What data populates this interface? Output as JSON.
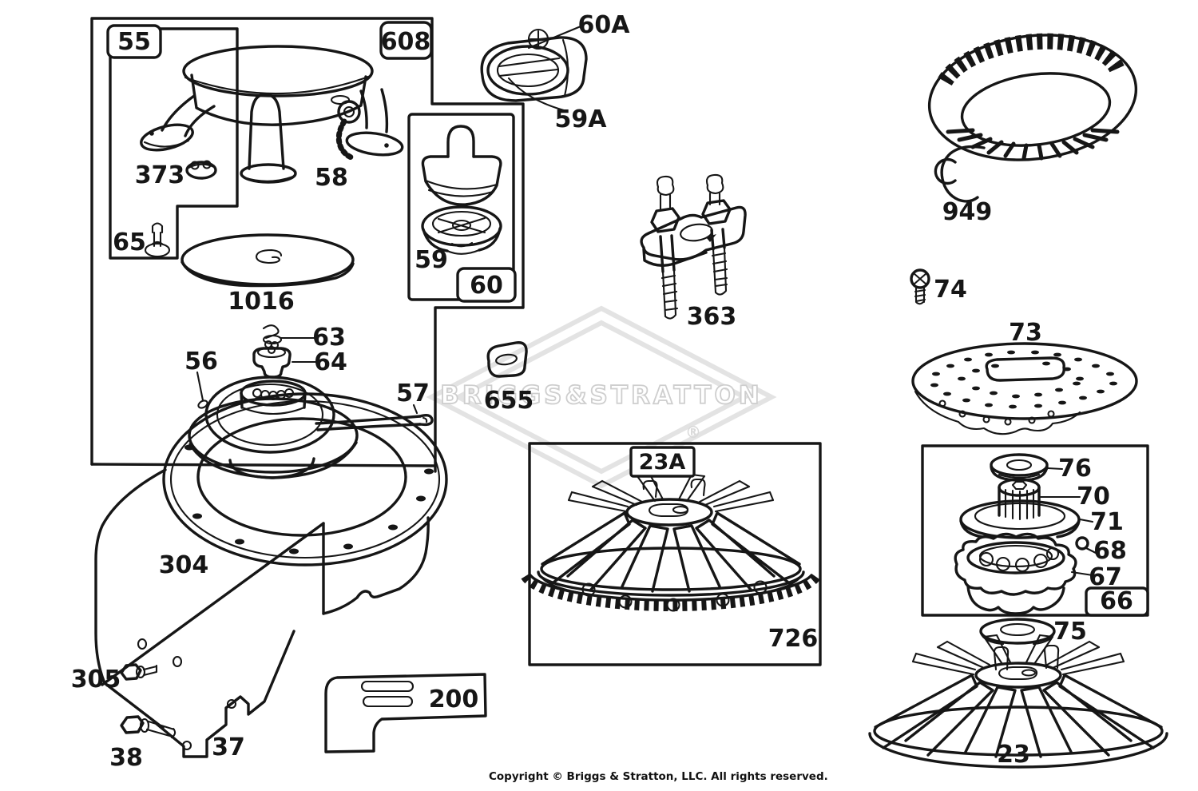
{
  "page": {
    "background": "#ffffff",
    "ink_color": "#161616",
    "watermark": {
      "brand": "BRIGGS&STRATTON",
      "registered_mark": "®",
      "color": "#d9d9d9"
    },
    "copyright": "Copyright © Briggs & Stratton, LLC. All rights reserved."
  },
  "callouts": {
    "c55": "55",
    "c608": "608",
    "c373": "373",
    "c58": "58",
    "c65": "65",
    "c1016": "1016",
    "c60A": "60A",
    "c59A": "59A",
    "c59": "59",
    "c60": "60",
    "c63": "63",
    "c64": "64",
    "c56": "56",
    "c57": "57",
    "c655": "655",
    "c363": "363",
    "c949": "949",
    "c74": "74",
    "c73": "73",
    "c23A": "23A",
    "c726": "726",
    "c76": "76",
    "c70": "70",
    "c71": "71",
    "c68": "68",
    "c67": "67",
    "c66": "66",
    "c75": "75",
    "c23": "23",
    "c304": "304",
    "c305": "305",
    "c38": "38",
    "c37": "37",
    "c200": "200"
  }
}
